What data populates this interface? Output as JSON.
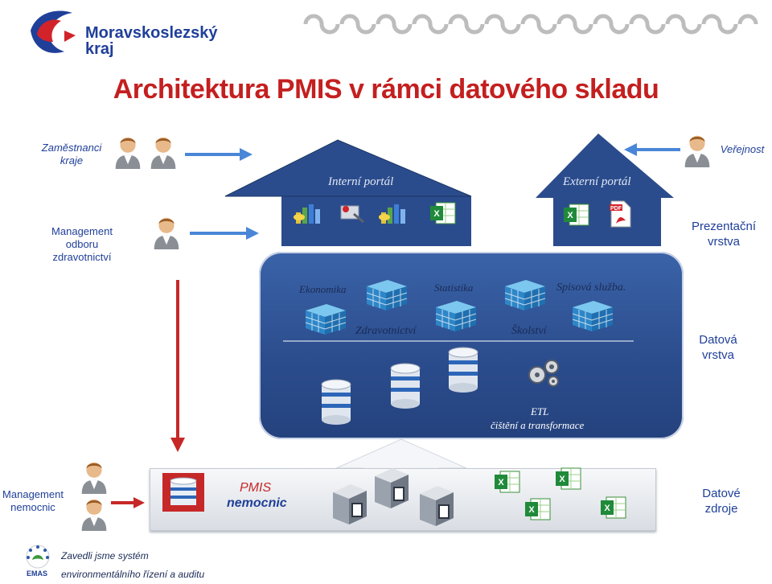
{
  "header": {
    "logo_name": "Moravskoslezský",
    "logo_sub": "kraj",
    "title": "Architektura PMIS v rámci  datového skladu"
  },
  "actors": {
    "employees": "Zaměstnanci kraje",
    "public": "Veřejnost",
    "health_mgmt": "Management odboru zdravotnictví",
    "hospital_mgmt": "Management nemocnic"
  },
  "layers": {
    "presentation": "Prezentační vrstva",
    "data": "Datová vrstva",
    "sources": "Datové zdroje"
  },
  "portals": {
    "internal": "Interní portál",
    "external": "Externí portál"
  },
  "cubes": [
    "Ekonomika",
    "Statistika",
    "Spisová služba.",
    "Zdravotnictví",
    "Školství"
  ],
  "etl": {
    "line1": "ETL",
    "line2": "čištění a transformace"
  },
  "pmis": {
    "line1": "PMIS",
    "line2": "nemocnic"
  },
  "footer": {
    "emas": "EMAS",
    "line1": "Zavedli jsme systém",
    "line2": "environmentálního řízení a auditu"
  },
  "colors": {
    "title_red": "#c41f1f",
    "portal_blue": "#2b4c8c",
    "label_blue": "#1f3f99",
    "arrow_blue": "#4a86d8",
    "arrow_red": "#c62828"
  }
}
